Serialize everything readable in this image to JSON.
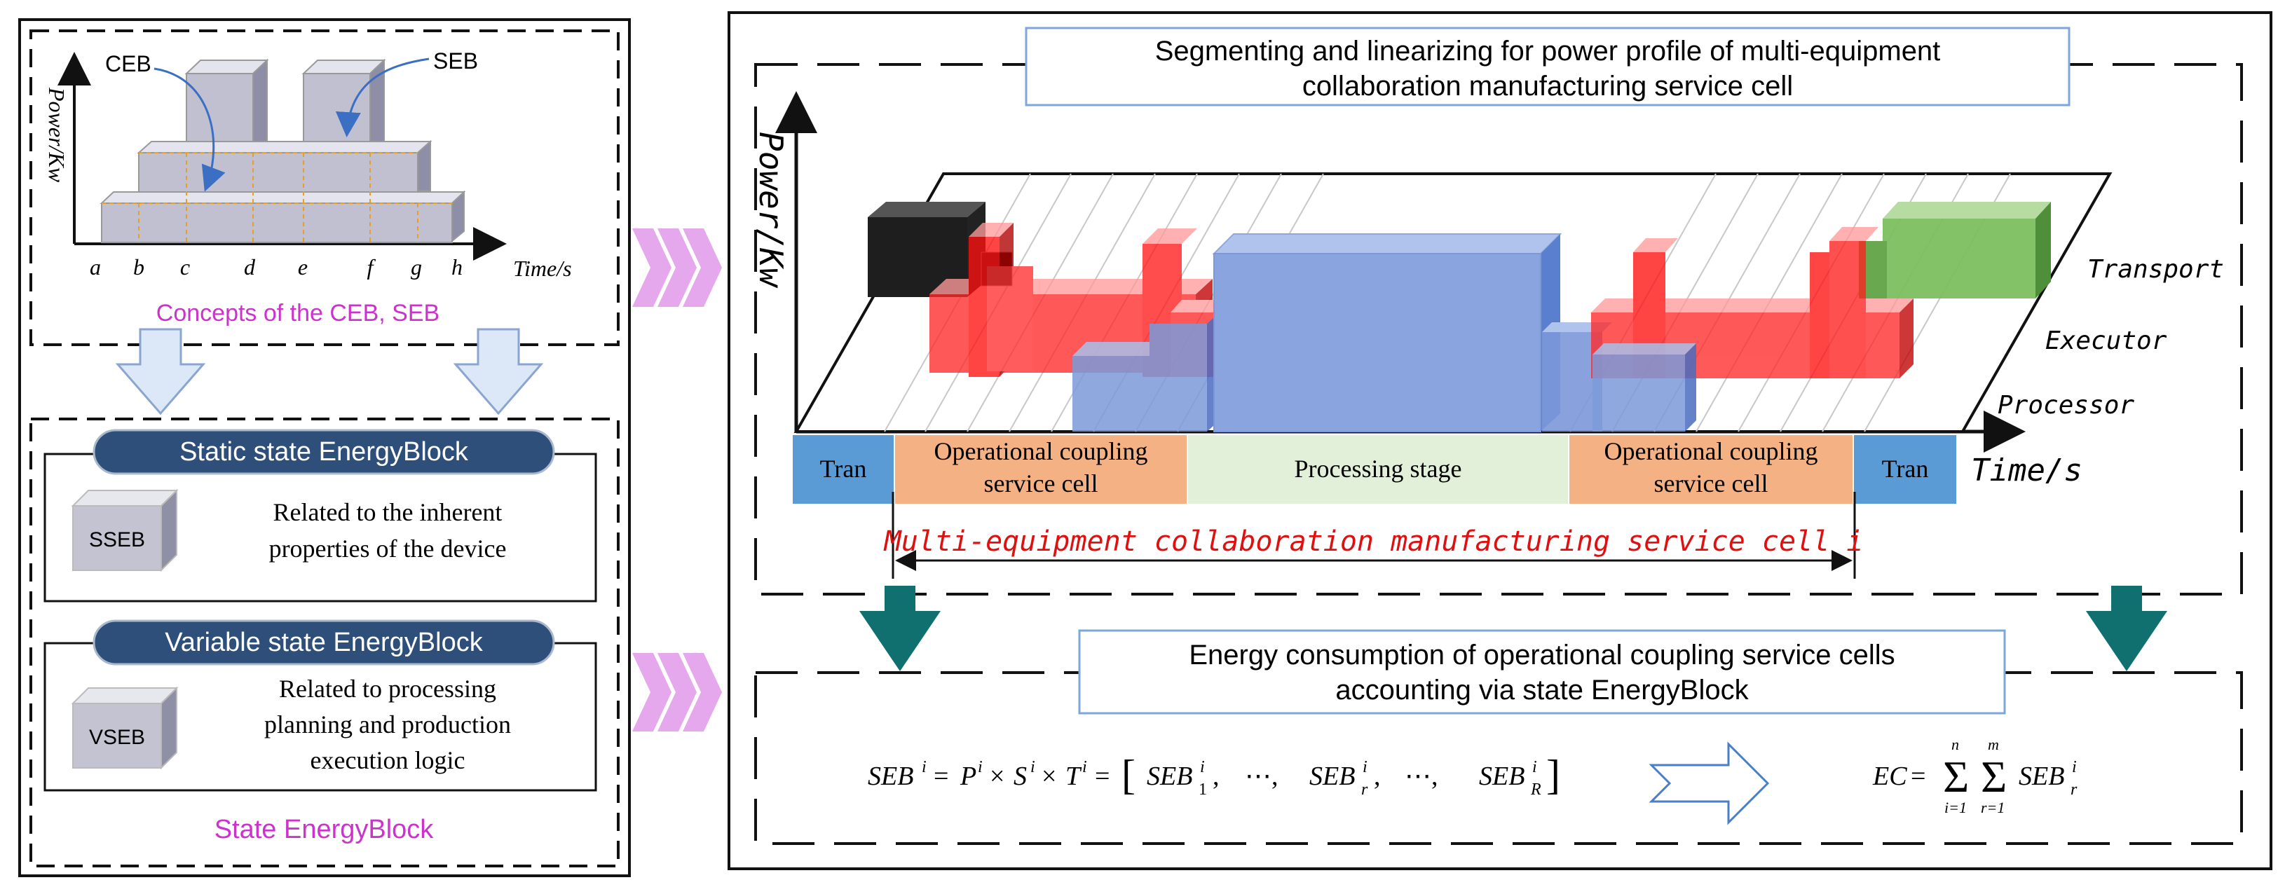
{
  "left_panel": {
    "mini_chart": {
      "y_axis_label": "Power/Kw",
      "x_axis_label": "Time/s",
      "ticks": [
        "a",
        "b",
        "c",
        "d",
        "e",
        "f",
        "g",
        "h"
      ],
      "ceb_label": "CEB",
      "seb_label": "SEB"
    },
    "concepts_caption": "Concepts of the CEB, SEB",
    "static_box": {
      "title": "Static state EnergyBlock",
      "cube_label": "SSEB",
      "desc_lines": [
        "Related to the inherent",
        "properties of the device"
      ]
    },
    "variable_box": {
      "title": "Variable state EnergyBlock",
      "cube_label": "VSEB",
      "desc_lines": [
        "Related to processing",
        "planning and production",
        "execution logic"
      ]
    },
    "bottom_caption": "State EnergyBlock"
  },
  "right_panel": {
    "top_title_lines": [
      "Segmenting and linearizing for power profile of multi-equipment",
      "collaboration manufacturing service cell"
    ],
    "y_axis_label": "Power/Kw",
    "x_axis_label": "Time/s",
    "rows": [
      "Transport",
      "Executor",
      "Processor"
    ],
    "timeline": [
      {
        "label_lines": [
          "Tran"
        ],
        "color": "#5b9bd5"
      },
      {
        "label_lines": [
          "Operational coupling",
          "service cell"
        ],
        "color": "#f4b183"
      },
      {
        "label_lines": [
          "Processing stage"
        ],
        "color": "#e2f0d9"
      },
      {
        "label_lines": [
          "Operational coupling",
          "service cell"
        ],
        "color": "#f4b183"
      },
      {
        "label_lines": [
          "Tran"
        ],
        "color": "#5b9bd5"
      }
    ],
    "cell_caption": "Multi-equipment collaboration manufacturing service cell i",
    "bottom_title_lines": [
      "Energy consumption of operational coupling service cells",
      "accounting via state EnergyBlock"
    ],
    "formula_left": "SEB^i = P^i × S^i × T^i = [ SEB_1^i, ⋯, SEB_r^i, ⋯, SEB_R^i ]",
    "formula_right": "EC = Σ_{i=1}^{n} Σ_{r=1}^{m} SEB_r^i"
  },
  "colors": {
    "magenta_text": "#cc33cc",
    "navy_banner": "#2e4f7a",
    "teal_arrow": "#107070",
    "pink_chevron": "#e6a8ec",
    "red_caption": "#e01010"
  }
}
